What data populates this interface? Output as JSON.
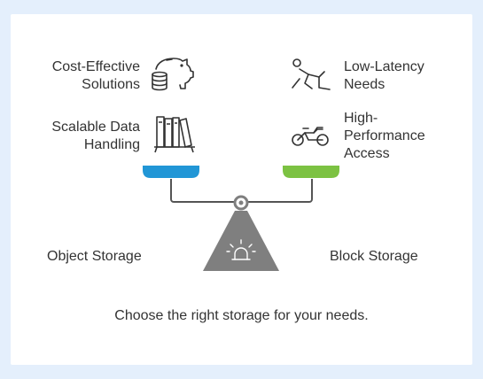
{
  "left_side": {
    "items": [
      {
        "line1": "Cost-Effective",
        "line2": "Solutions",
        "icon": "piggy-bank-coins-icon"
      },
      {
        "line1": "Scalable Data",
        "line2": "Handling",
        "icon": "bookshelf-icon"
      }
    ],
    "label": "Object Storage",
    "pan_color": "#2196d6"
  },
  "right_side": {
    "items": [
      {
        "line1": "Low-Latency",
        "line2": "Needs",
        "icon": "runner-icon"
      },
      {
        "line1": "High-",
        "line2": "Performance",
        "line3": "Access",
        "icon": "motorcycle-icon"
      }
    ],
    "label": "Block Storage",
    "pan_color": "#7cc242"
  },
  "caption": "Choose the right storage for your needs.",
  "colors": {
    "background": "#e4effc",
    "card": "#ffffff",
    "scale_base": "#7f7f7f",
    "beam": "#555555",
    "text": "#333333"
  }
}
